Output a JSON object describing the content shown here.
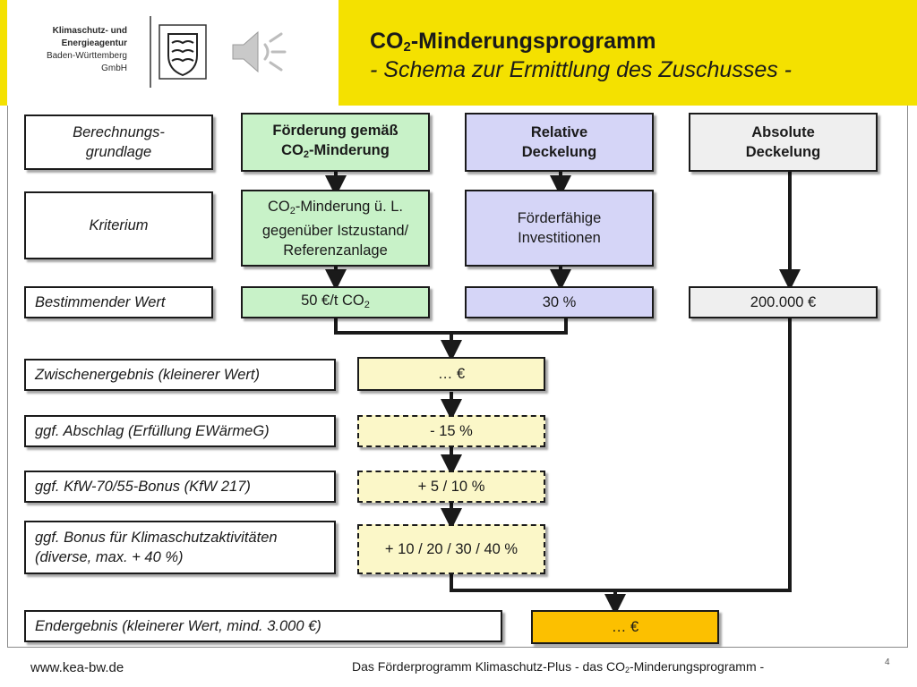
{
  "header": {
    "org_lines": [
      "Klimaschutz- und",
      "Energieagentur",
      "Baden-Württemberg",
      "GmbH"
    ],
    "title_main": "CO",
    "title_main_sub": "2",
    "title_main_rest": "-Minderungsprogramm",
    "title_sub": "- Schema zur Ermittlung des Zuschusses -"
  },
  "columns": {
    "label": "Berechnungs- grundlage",
    "col1_line1": "Förderung gemäß",
    "col1_line2_pre": "CO",
    "col1_line2_sub": "2",
    "col1_line2_post": "-Minderung",
    "col2_line1": "Relative",
    "col2_line2": "Deckelung",
    "col3_line1": "Absolute",
    "col3_line2": "Deckelung"
  },
  "criteria": {
    "label": "Kriterium",
    "col1_line1_pre": "CO",
    "col1_line1_sub": "2",
    "col1_line1_post": "-Minderung ü. L.",
    "col1_line2": "gegenüber Istzustand/",
    "col1_line3": "Referenzanlage",
    "col2_line1": "Förderfähige",
    "col2_line2": "Investitionen"
  },
  "values": {
    "label": "Bestimmender Wert",
    "col1_pre": "50 €/t CO",
    "col1_sub": "2",
    "col2": "30 %",
    "col3": "200.000 €"
  },
  "steps": [
    {
      "label": "Zwischenergebnis (kleinerer Wert)",
      "value": "… €"
    },
    {
      "label": "ggf. Abschlag (Erfüllung EWärmeG)",
      "value": "- 15 %"
    },
    {
      "label": "ggf. KfW-70/55-Bonus (KfW 217)",
      "value": "+ 5 / 10 %"
    },
    {
      "label_line1": "ggf. Bonus für Klimaschutzaktivitäten",
      "label_line2": "(diverse, max. + 40 %)",
      "value": "+ 10 / 20 / 30 / 40 %"
    }
  ],
  "final": {
    "label": "Endergebnis (kleinerer Wert, mind. 3.000 €)",
    "value": "… €"
  },
  "footer": {
    "url": "www.kea-bw.de",
    "text_pre": "Das Förderprogramm Klimaschutz-Plus  - das CO",
    "text_sub": "2",
    "text_post": "-Minderungsprogramm -",
    "page": "4"
  },
  "colors": {
    "header_yellow": "#f4e100",
    "green": "#c8f2c8",
    "blue": "#d5d5f7",
    "grey": "#efefef",
    "light_yellow": "#fbf7c8",
    "orange": "#fcc000"
  },
  "icons": [
    "coat-of-arms-icon",
    "speaker-icon"
  ]
}
